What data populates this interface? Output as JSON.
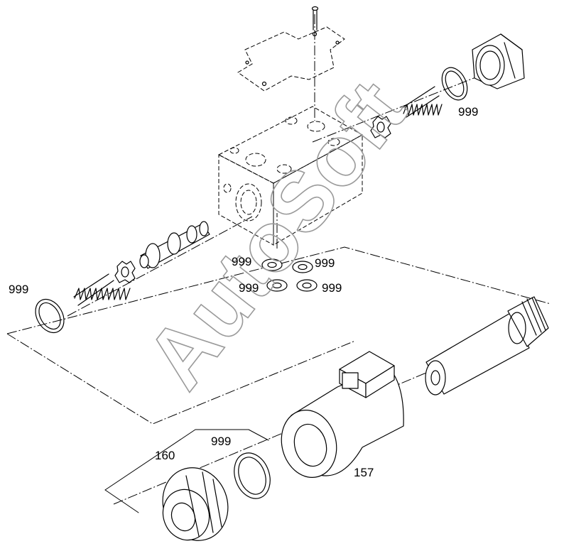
{
  "watermark": "AutoSoft",
  "callouts": {
    "c1": "999",
    "c2": "999",
    "c3": "999",
    "c4": "999",
    "c5": "999",
    "c6": "999",
    "c7": "160",
    "c8": "999",
    "c9": "157"
  }
}
